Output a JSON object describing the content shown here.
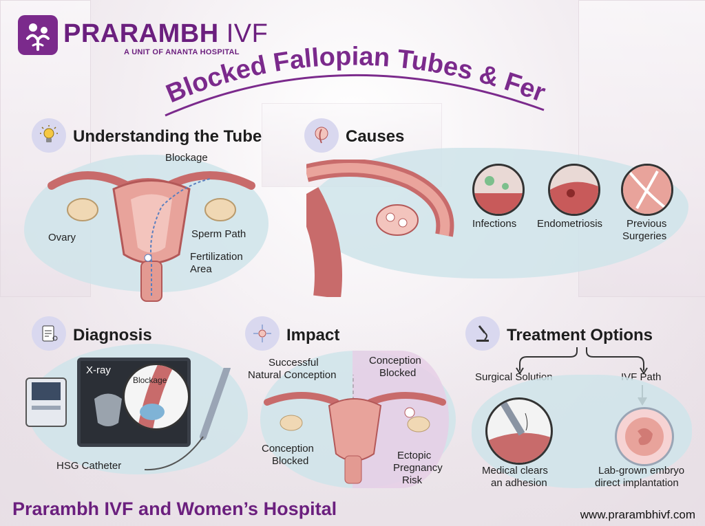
{
  "brand": {
    "name_bold": "PRARAMBH",
    "name_light": " IVF",
    "subtitle": "A UNIT OF ANANTA HOSPITAL",
    "accent_color": "#6b1f7e"
  },
  "title": "Blocked Fallopian Tubes & Fertility",
  "sections": {
    "understanding": {
      "heading": "Understanding the Tube",
      "icon": "lightbulb-icon",
      "labels": {
        "blockage": "Blockage",
        "ovary": "Ovary",
        "sperm_path": "Sperm Path",
        "fertilization_line1": "Fertilization",
        "fertilization_line2": "Area"
      }
    },
    "causes": {
      "heading": "Causes",
      "icon": "fallopian-tube-icon",
      "items": {
        "infections": "Infections",
        "endometriosis": "Endometriosis",
        "surgeries_line1": "Previous",
        "surgeries_line2": "Surgeries"
      }
    },
    "diagnosis": {
      "heading": "Diagnosis",
      "icon": "clipboard-icon",
      "labels": {
        "xray": "X-ray",
        "blockage": "Blockage",
        "catheter": "HSG Catheter"
      }
    },
    "impact": {
      "heading": "Impact",
      "icon": "network-icon",
      "labels": {
        "success_line1": "Successful",
        "success_line2": "Natural Conception",
        "blocked_top_line1": "Conception",
        "blocked_top_line2": "Blocked",
        "blocked_bottom_line1": "Conception",
        "blocked_bottom_line2": "Blocked",
        "ectopic_line1": "Ectopic",
        "ectopic_line2": "Pregnancy",
        "ectopic_line3": "Risk"
      }
    },
    "treatment": {
      "heading": "Treatment Options",
      "icon": "microscope-icon",
      "labels": {
        "surgical": "Surgical Solution",
        "ivf": "IVF Path",
        "surgical_desc_line1": "Medical clears",
        "surgical_desc_line2": "an adhesion",
        "ivf_desc_line1": "Lab-grown embryo",
        "ivf_desc_line2": "direct implantation"
      }
    }
  },
  "footer": {
    "hospital": "Prarambh IVF and Women’s Hospital",
    "website": "www.prarambhivf.com"
  }
}
